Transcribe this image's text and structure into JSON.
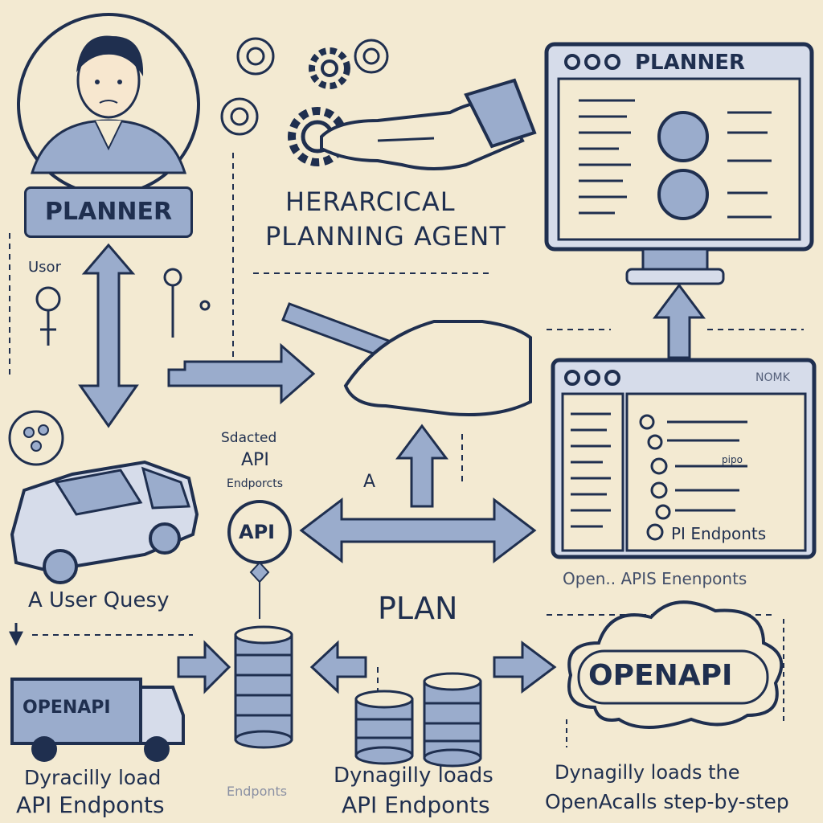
{
  "planner_badge": "PLANNER",
  "planner_window_title": "PLANNER",
  "user_label": "Usor",
  "agent_title": [
    "HERARCICAL",
    "PLANNING AGENT"
  ],
  "selected_api": [
    "Sdacted",
    "API",
    "Endporcts"
  ],
  "letter_a": "A",
  "api_bubble": "API",
  "user_query": "A User Quesy",
  "plan_label": "PLAN",
  "truck_label": "OPENAPI",
  "cloud_label": "OPENAPI",
  "window2_title_right": "NOMK",
  "window2_endpoints": "PI Endponts",
  "window2_caption": "Open.. APIS Enenponts",
  "pipo_text": "pipo",
  "footer_left": [
    "Dyracilly load",
    "API Endponts"
  ],
  "footer_mid_faint": "Endponts",
  "footer_mid": [
    "Dynagilly loads",
    "API Endponts"
  ],
  "footer_right": [
    "Dynagilly loads the",
    "OpenAcalls step-by-step"
  ],
  "colors": {
    "background": "#f3ead2",
    "ink": "#1f2f4f",
    "fill": "#9aaccc",
    "light_fill": "#d6dcea"
  }
}
